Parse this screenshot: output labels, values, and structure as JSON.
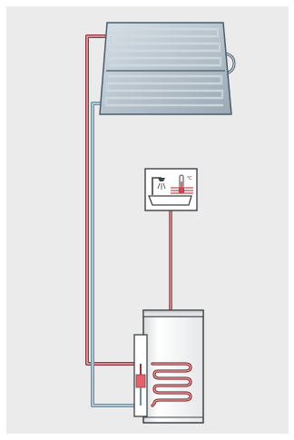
{
  "diagram": {
    "components": [
      {
        "id": "solar-collector",
        "icon": "solar-collector-icon"
      },
      {
        "id": "control-unit",
        "icon": "control-unit-icon"
      },
      {
        "id": "hot-water-tank",
        "icon": "hot-water-tank-icon"
      },
      {
        "id": "pump-station",
        "icon": "pump-station-icon"
      }
    ],
    "control_unit_label": "°C",
    "colors": {
      "background": "#ebebeb",
      "frame": "#ffffff",
      "hot_pipe": "#8c3a3f",
      "cold_pipe": "#6e8fa0",
      "collector_fill": "#b9c6d0",
      "collector_edge": "#4b5d6a",
      "tank_fill": "#f3f4f5",
      "tank_edge": "#3e4247",
      "coil": "#8e3035",
      "highlight": "#e4626b"
    }
  }
}
